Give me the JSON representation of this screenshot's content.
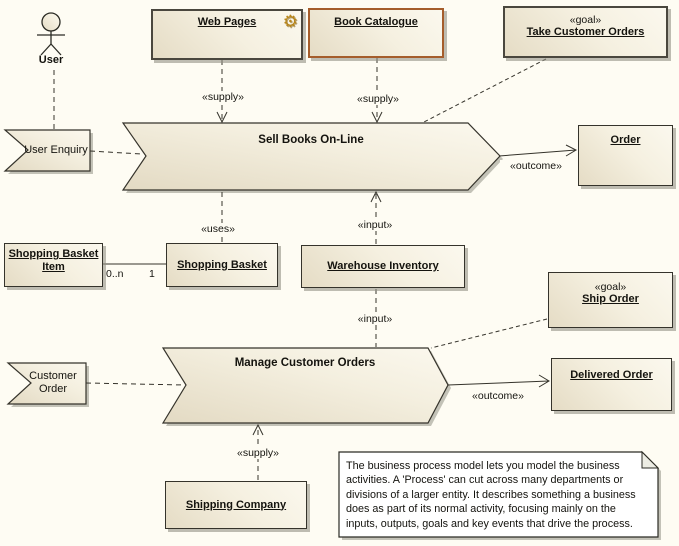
{
  "colors": {
    "canvas_bg": "#FEFCF3",
    "shape_fill_light": "#FBF8EE",
    "shape_fill_dark": "#E5DCC5",
    "catalogue_border": "#A55D2B",
    "shadow": "#929185",
    "gear_icon_color": "#B8861B"
  },
  "actor": {
    "label": "User"
  },
  "elements": {
    "web_pages": "Web Pages",
    "book_catalogue": "Book Catalogue",
    "take_customer_orders": "Take Customer Orders",
    "sell_books_online": "Sell Books On-Line",
    "order": "Order",
    "user_enquiry": "User Enquiry",
    "shopping_basket_item_line1": "Shopping Basket",
    "shopping_basket_item_line2": "Item",
    "shopping_basket": "Shopping Basket",
    "warehouse_inventory": "Warehouse Inventory",
    "ship_order": "Ship Order",
    "manage_customer_orders": "Manage Customer Orders",
    "customer_order_line1": "Customer",
    "customer_order_line2": "Order",
    "delivered_order": "Delivered Order",
    "shipping_company": "Shipping Company"
  },
  "stereotypes": {
    "goal": "«goal»"
  },
  "connector_labels": {
    "supply": "«supply»",
    "uses": "«uses»",
    "input": "«input»",
    "outcome": "«outcome»"
  },
  "multiplicities": {
    "basket_item_end": "0..n",
    "basket_end": "1"
  },
  "note": {
    "text": "The business process model lets you model the business activities. A 'Process' can cut across many departments or divisions of a larger entity. It describes something a business does as part of its normal activity, focusing mainly on the inputs, outputs, goals and key events that drive the process."
  },
  "icons": {
    "gear_glyph": "⚙"
  }
}
